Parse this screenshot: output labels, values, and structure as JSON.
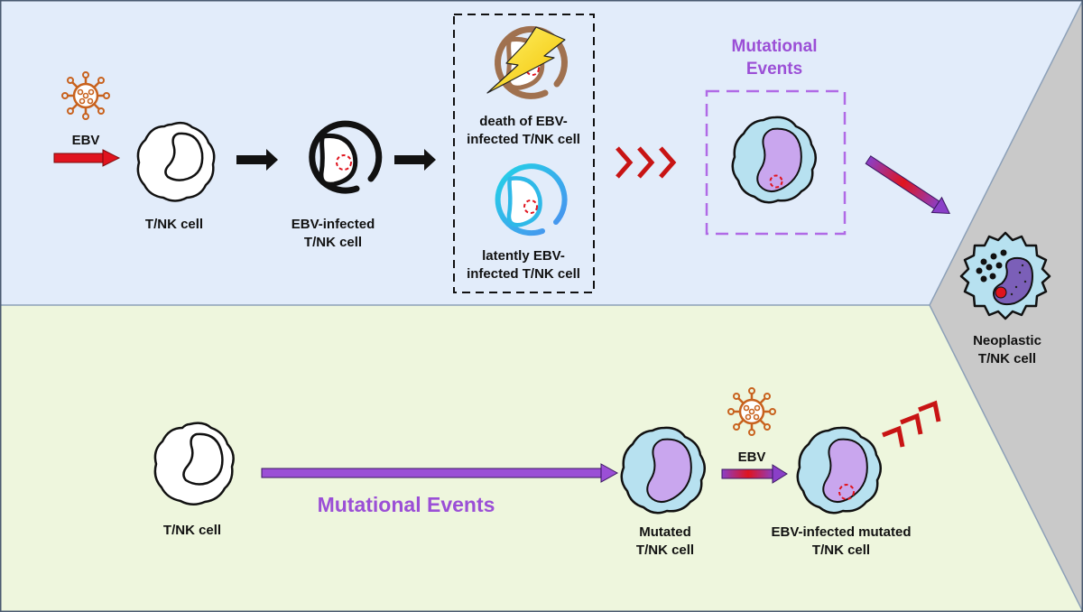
{
  "colors": {
    "top_panel": "#E2ECFA",
    "bottom_panel": "#EEF6DD",
    "right_panel": "#C9C9C9",
    "mutation_purple": "#9B4FD6",
    "virus_orange": "#C8621E",
    "arrow_red": "#E0141E",
    "chevron_red": "#C81414",
    "cell_fill": "#B7E1F0",
    "nucleus_fill": "#C9A6EE",
    "infected_dark": "#A0714F",
    "latent_cyan": "#3FB4E8"
  },
  "icons": [
    "virus-icon",
    "lightning-icon",
    "chevron-icon",
    "cell-icon"
  ],
  "labels": {
    "ebv_top": "EBV",
    "tnk_top": "T/NK cell",
    "ebv_infected_1": "EBV-infected",
    "ebv_infected_2": "T/NK cell",
    "death_1": "death of EBV-",
    "death_2": "infected T/NK cell",
    "latent_1": "latently EBV-",
    "latent_2": "infected T/NK cell",
    "mut_events_top_1": "Mutational",
    "mut_events_top_2": "Events",
    "neoplastic_1": "Neoplastic",
    "neoplastic_2": "T/NK cell",
    "tnk_bottom": "T/NK cell",
    "mut_events_bottom": "Mutational Events",
    "mutated_1": "Mutated",
    "mutated_2": "T/NK cell",
    "ebv_bottom": "EBV",
    "ebv_mutated_1": "EBV-infected mutated",
    "ebv_mutated_2": "T/NK cell"
  }
}
